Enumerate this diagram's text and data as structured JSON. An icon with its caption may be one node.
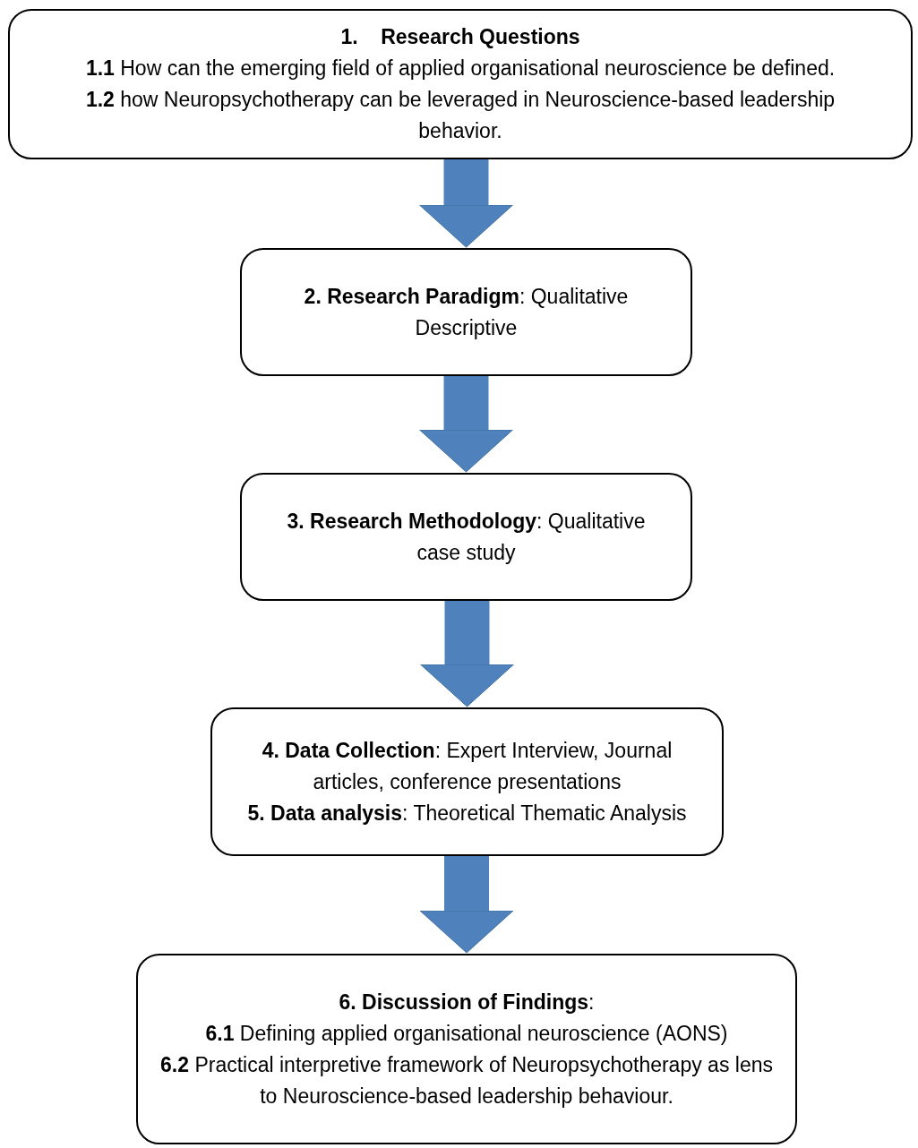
{
  "diagram": {
    "nodes": [
      {
        "text": [
          "1.    Research Questions",
          "**1.1** How can the emerging field of applied organisational neuroscience be defined.",
          "**1.2** how Neuropsychotherapy can be leveraged in Neuroscience-based leadership behavior."
        ]
      },
      {
        "text": [
          "**2. Research Paradigm**: Qualitative Descriptive"
        ]
      },
      {
        "text": [
          "**3. Research Methodology**: Qualitative case study"
        ]
      },
      {
        "text": [
          "**4. Data Collection**: Expert Interview, Journal articles, conference presentations",
          "**5. Data analysis**: Theoretical  Thematic Analysis"
        ]
      },
      {
        "text": [
          "**6. Discussion of Findings**:",
          "**6.1** Defining applied organisational neuroscience (AONS)",
          "**6.2** Practical interpretive framework of Neuropsychotherapy as lens to Neuroscience-based leadership behaviour."
        ]
      }
    ],
    "edges": [
      {
        "from": 0,
        "to": 1,
        "arrow": "to"
      },
      {
        "from": 1,
        "to": 2,
        "arrow": "to"
      },
      {
        "from": 2,
        "to": 3,
        "arrow": "to"
      },
      {
        "from": 3,
        "to": 4,
        "arrow": "to"
      }
    ]
  }
}
